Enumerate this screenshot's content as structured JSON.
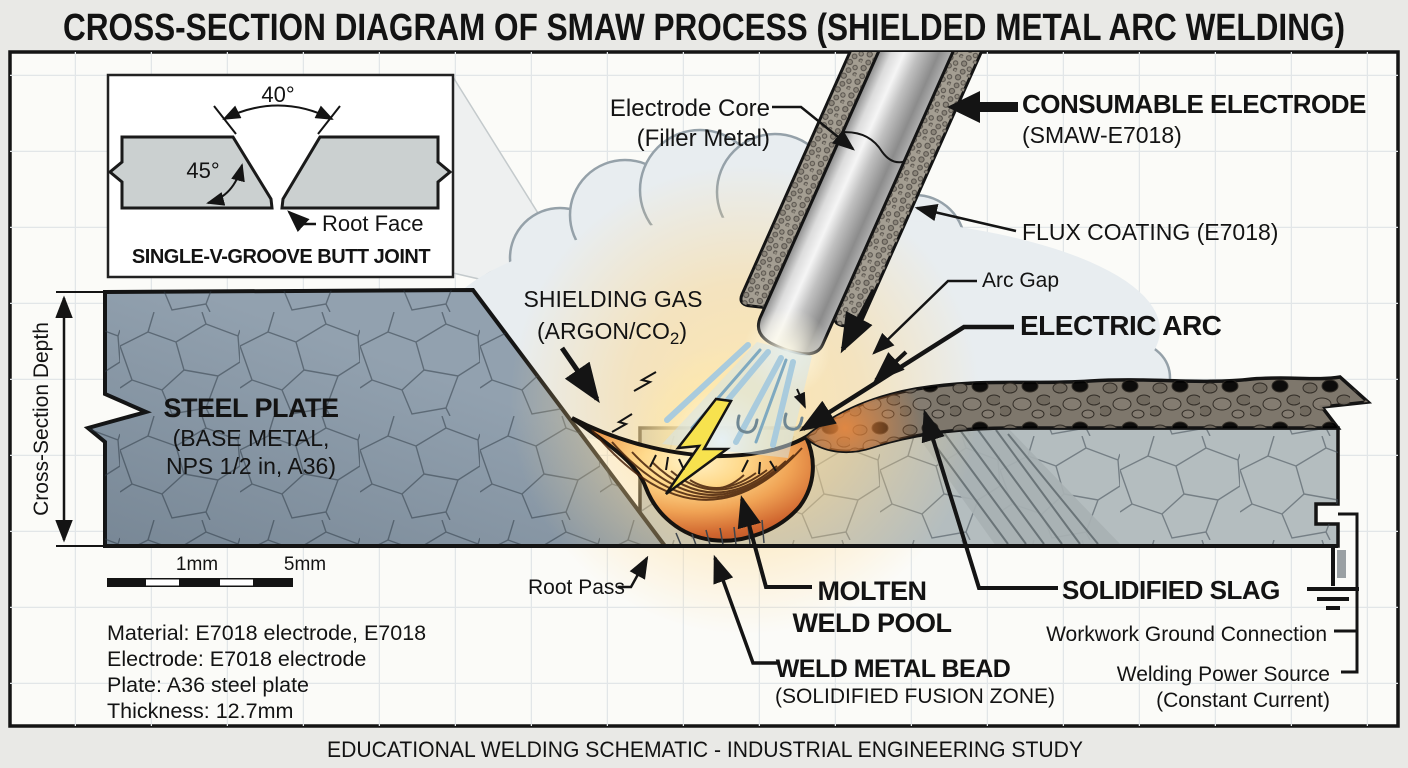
{
  "title": "CROSS-SECTION DIAGRAM OF SMAW PROCESS (SHIELDED METAL ARC WELDING)",
  "footer": "EDUCATIONAL WELDING SCHEMATIC - INDUSTRIAL ENGINEERING STUDY",
  "inset": {
    "groove_angle": "40°",
    "bevel_angle": "45°",
    "root_face_label": "Root Face",
    "caption": "SINGLE-V-GROOVE BUTT JOINT"
  },
  "labels": {
    "electrode_core_line1": "Electrode Core",
    "electrode_core_line2": "(Filler Metal)",
    "consumable_electrode": "CONSUMABLE ELECTRODE",
    "consumable_electrode_sub": "(SMAW-E7018)",
    "flux_coating": "FLUX COATING (E7018)",
    "arc_gap": "Arc Gap",
    "electric_arc": "ELECTRIC ARC",
    "shielding_gas_line1": "SHIELDING GAS",
    "shielding_gas_line2_pre": "(ARGON/CO",
    "shielding_gas_sub": "2",
    "shielding_gas_post": ")",
    "steel_plate": "STEEL PLATE",
    "steel_plate_sub1": "(BASE METAL,",
    "steel_plate_sub2": "NPS 1/2 in, A36)",
    "cross_section_depth": "Cross-Section Depth",
    "root_pass": "Root Pass",
    "molten_line1": "MOLTEN",
    "molten_line2": "WELD POOL",
    "weld_metal_bead": "WELD METAL BEAD",
    "weld_metal_bead_sub": "(SOLIDIFIED FUSION ZONE)",
    "solidified_slag": "SOLIDIFIED SLAG",
    "ground_connection": "Workwork Ground Connection",
    "power_source_line1": "Welding Power Source",
    "power_source_line2": "(Constant Current)"
  },
  "scale": {
    "tick1": "1mm",
    "tick2": "5mm"
  },
  "materials": [
    "Material: E7018 electrode, E7018",
    "Electrode: E7018 electrode",
    "Plate: A36 steel plate",
    "Thickness: 12.7mm"
  ],
  "colors": {
    "background": "#e9e9e6",
    "canvas": "#fbfbf8",
    "grid_line": "#e2e6e8",
    "steel_plate_left": "#92a1af",
    "steel_plate_right": "#b4bdbf",
    "slag": "#7e776c",
    "flux_coating": "#a49e92",
    "pool_edge": "#c35d2a",
    "pool_hot_center": "#ffe9a8",
    "arc_bolt": "#f7e24e",
    "arc_streak": "#a9cbdd",
    "cloud": "#e8edf0",
    "ink": "#141414"
  }
}
